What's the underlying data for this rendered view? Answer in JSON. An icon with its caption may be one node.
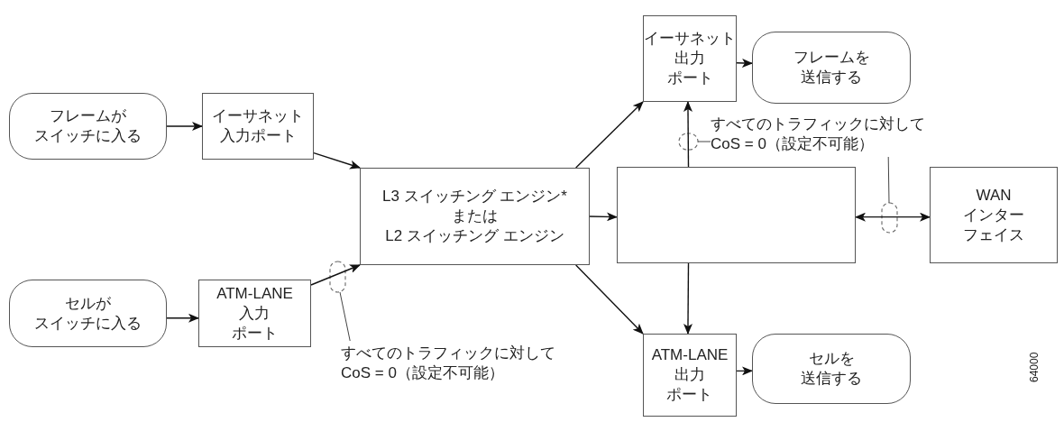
{
  "diagram": {
    "nodes": [
      {
        "text": [
          "フレームがスイッチに入る"
        ]
      },
      {
        "text": [
          "イーサネット入力ポート"
        ]
      },
      {
        "text": [
          "セルがスイッチに入る"
        ]
      },
      {
        "text": [
          "ATM-LANE入力ポート"
        ]
      },
      {
        "text": [
          "L3 スイッチング エンジン*または L2 スイッチング エンジン"
        ]
      },
      {
        "text": [
          "イーサネット出力ポート"
        ]
      },
      {
        "text": [
          "フレームを送信する"
        ]
      },
      {
        "text": [],
        "shape": "box"
      },
      {
        "text": [
          "WAN インターフェイス"
        ]
      },
      {
        "text": [
          "ATM-LANE出力ポート"
        ]
      },
      {
        "text": [
          "セルを送信する"
        ]
      },
      {
        "text": [
          "すべてのトラフィックに対してCoS = 0（設定不可能）"
        ]
      },
      {
        "text": [
          "すべてのトラフィックに対してCoS = 0（設定不可能）"
        ]
      }
    ],
    "edges": [
      {
        "from": 0,
        "to": 1,
        "arrow": "to"
      },
      {
        "from": 1,
        "to": 4,
        "arrow": "to"
      },
      {
        "from": 2,
        "to": 3,
        "arrow": "to"
      },
      {
        "from": 3,
        "to": 4,
        "arrow": "to"
      },
      {
        "from": 4,
        "to": 5,
        "arrow": "to"
      },
      {
        "from": 4,
        "to": 7,
        "arrow": "to"
      },
      {
        "from": 4,
        "to": 9,
        "arrow": "to"
      },
      {
        "from": 7,
        "to": 5,
        "arrow": "to"
      },
      {
        "from": 7,
        "to": 9,
        "arrow": "to"
      },
      {
        "from": 7,
        "to": 8,
        "arrow": "both"
      },
      {
        "from": 5,
        "to": 6,
        "arrow": "to"
      },
      {
        "from": 9,
        "to": 10,
        "arrow": "to"
      },
      {
        "from": 11,
        "to": null,
        "arrow": "none"
      },
      {
        "from": 11,
        "to": null,
        "arrow": "none"
      },
      {
        "from": 12,
        "to": null,
        "arrow": "none"
      }
    ],
    "labels": [
      "64000"
    ]
  }
}
